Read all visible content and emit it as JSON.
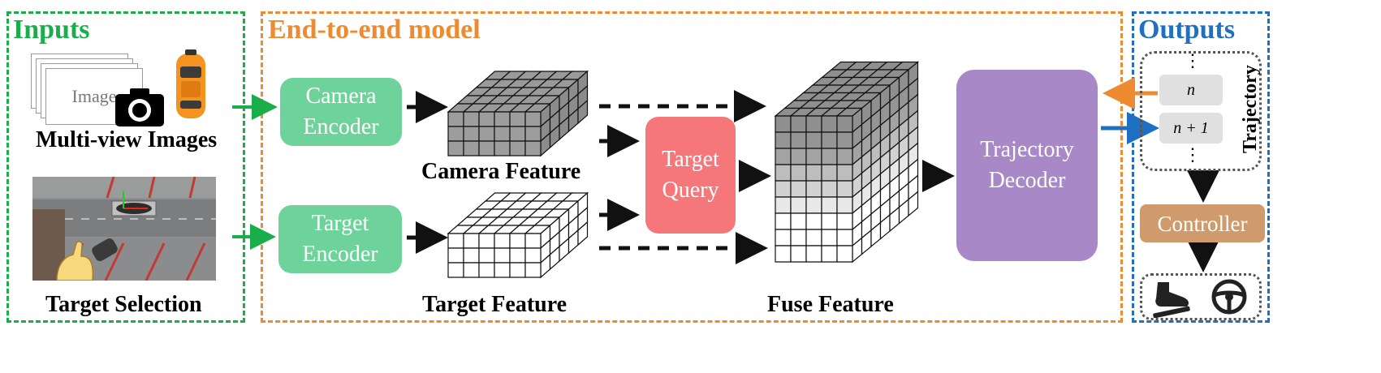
{
  "sections": {
    "inputs": {
      "title": "Inputs",
      "color": "#1aae4a"
    },
    "model": {
      "title": "End-to-end model",
      "color": "#ee8a2f"
    },
    "outputs": {
      "title": "Outputs",
      "color": "#1f6fc2"
    }
  },
  "inputs": {
    "image_card_text": "Image",
    "multiview_label": "Multi-view Images",
    "target_selection_label": "Target Selection"
  },
  "model": {
    "camera_encoder": "Camera\nEncoder",
    "target_encoder": "Target\nEncoder",
    "target_query": "Target\nQuery",
    "trajectory_decoder": "Trajectory\nDecoder",
    "camera_feature_label": "Camera Feature",
    "target_feature_label": "Target Feature",
    "fuse_feature_label": "Fuse Feature",
    "colors": {
      "encoder": "#6dd39a",
      "query": "#f6777a",
      "decoder": "#a888c6"
    }
  },
  "outputs": {
    "traj_dots_top": "⋮",
    "traj_n": "n",
    "traj_n1": "n + 1",
    "traj_dots_bottom": "⋮",
    "trajectory_label": "Trajectory",
    "controller": "Controller",
    "controller_color": "#d09b6c",
    "icons": [
      "pedal-icon",
      "steering-wheel-icon"
    ]
  }
}
